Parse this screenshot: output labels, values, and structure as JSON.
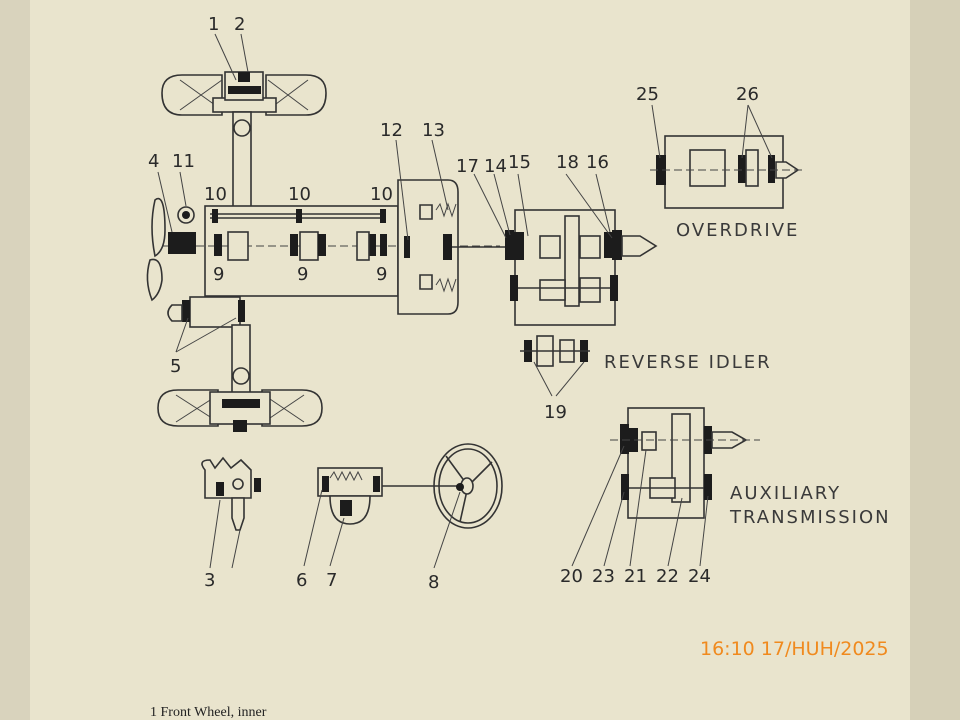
{
  "labels": {
    "n1": "1",
    "n2": "2",
    "n3": "3",
    "n4": "4",
    "n5": "5",
    "n6": "6",
    "n7": "7",
    "n8": "8",
    "n9a": "9",
    "n9b": "9",
    "n9c": "9",
    "n10a": "10",
    "n10b": "10",
    "n10c": "10",
    "n11": "11",
    "n12": "12",
    "n13": "13",
    "n14": "14",
    "n15": "15",
    "n16": "16",
    "n17": "17",
    "n18": "18",
    "n19": "19",
    "n20": "20",
    "n21": "21",
    "n22": "22",
    "n23": "23",
    "n24": "24",
    "n25": "25",
    "n26": "26"
  },
  "captions": {
    "overdrive": "OVERDRIVE",
    "reverse_idler": "REVERSE IDLER",
    "auxiliary": "AUXILIARY",
    "transmission": "TRANSMISSION"
  },
  "footer": {
    "legend_first": "1 Front Wheel, inner"
  },
  "timestamp": "16:10 17/HUH/2025",
  "colors": {
    "paper": "#e9e4cd",
    "ink": "#1c1c1c",
    "stamp": "#f08a1e"
  }
}
